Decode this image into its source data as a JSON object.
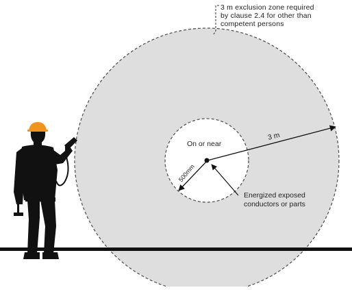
{
  "diagram": {
    "callout_exclusion": {
      "lines": [
        "3 m exclusion zone required",
        "by clause 2.4 for other than",
        "competent persons"
      ]
    },
    "inner_zone_label": "On or near",
    "outer_radius_label": "3 m",
    "inner_radius_label": "500mm",
    "callout_conductor": {
      "lines": [
        "Energized exposed",
        "conductors or parts"
      ]
    },
    "colors": {
      "outer_zone_fill": "#dedede",
      "inner_zone_fill": "#ffffff",
      "outline": "#555555",
      "ground": "#111111",
      "worker_silhouette": "#111111",
      "hard_hat": "#f0941e"
    },
    "icons": [
      "worker-silhouette-icon",
      "hard-hat-icon"
    ]
  }
}
